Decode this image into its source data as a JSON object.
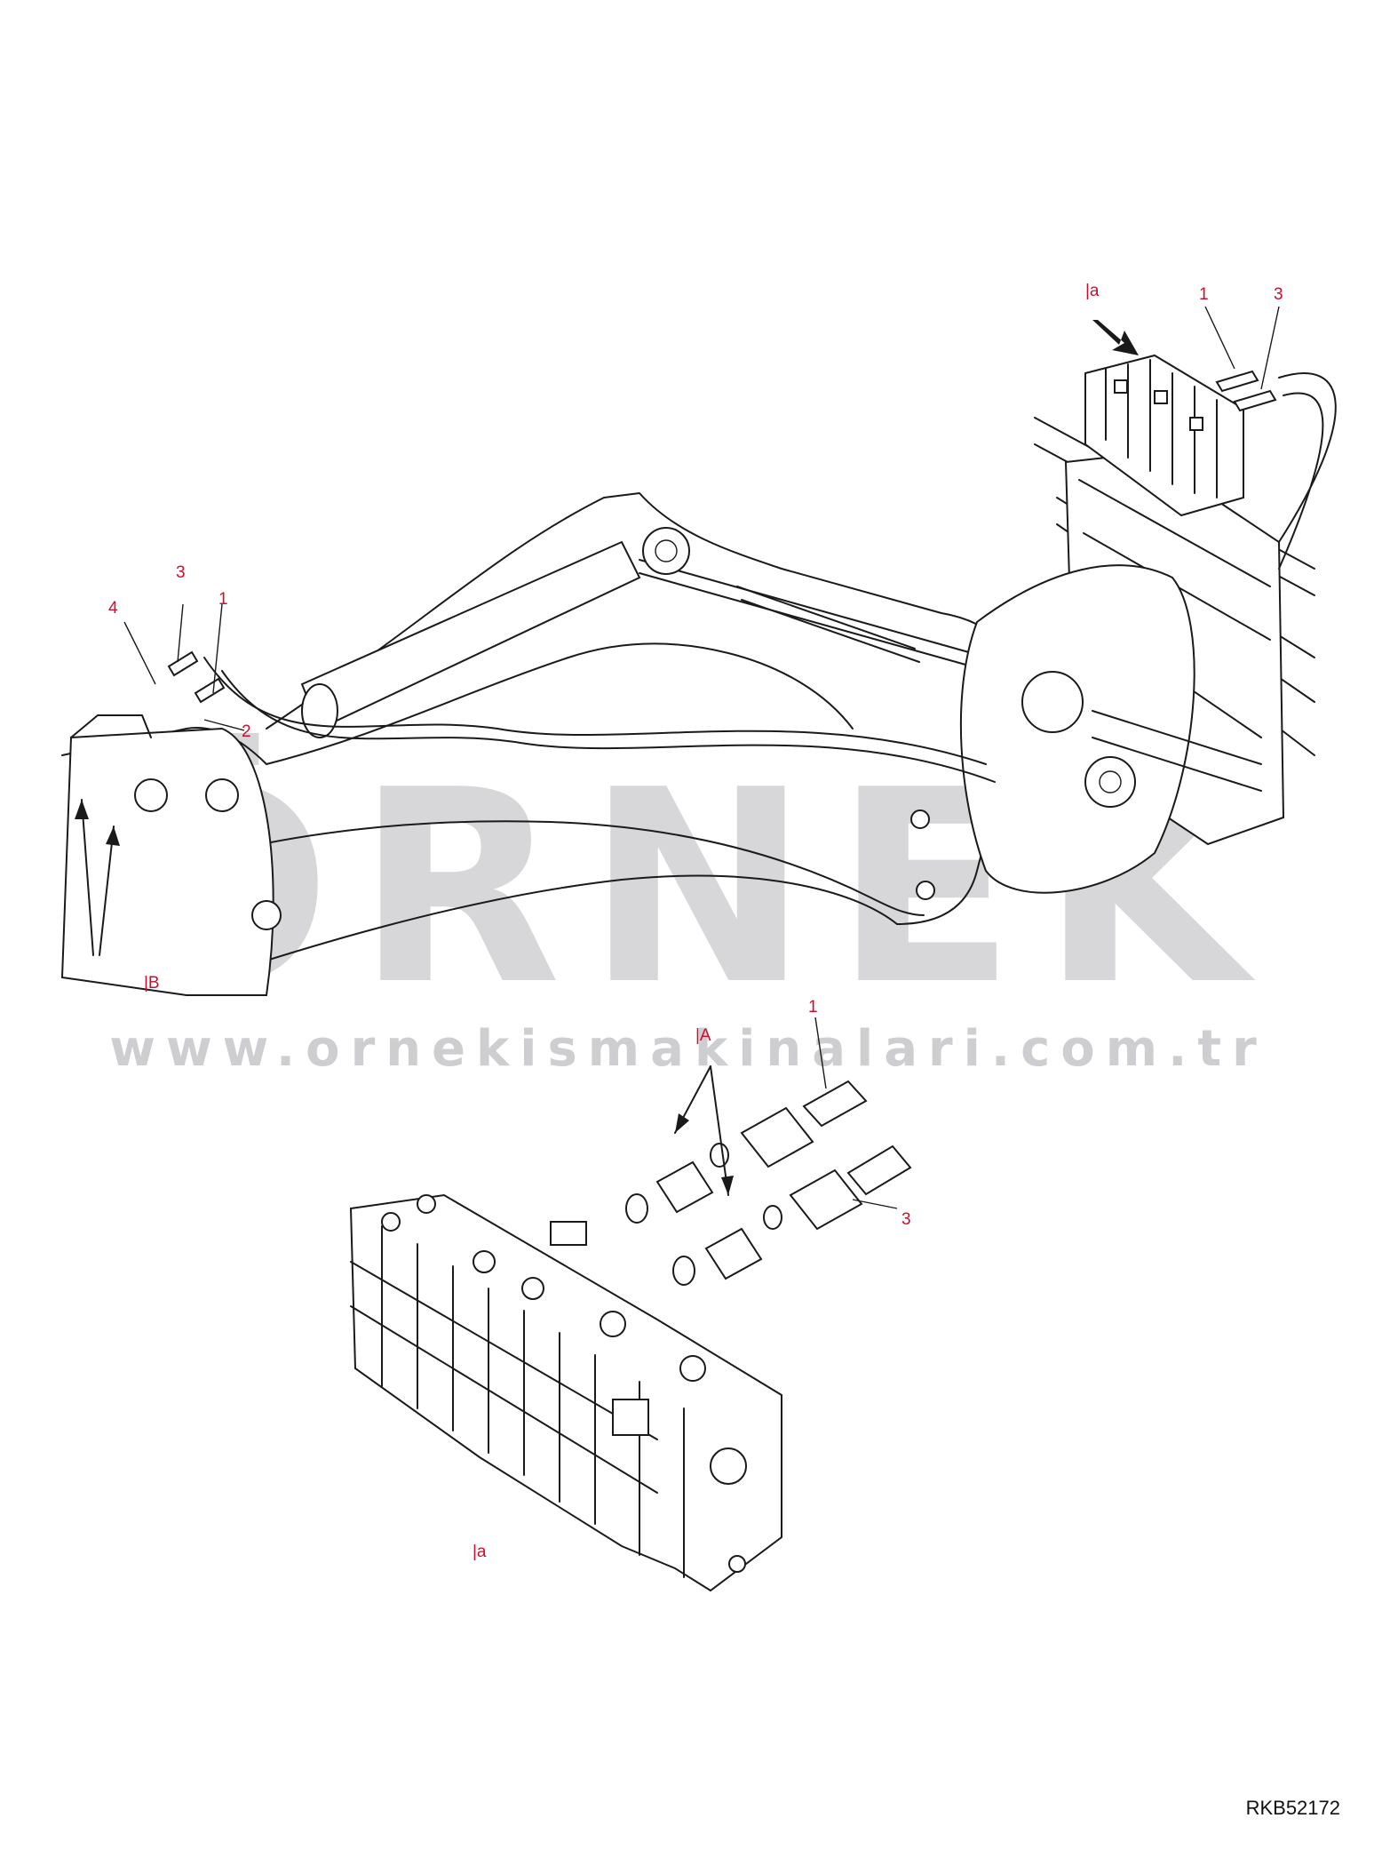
{
  "watermark": {
    "brand": "ÖRNEK",
    "url": "www.ornekismakinalari.com.tr"
  },
  "document_id": "RKB52172",
  "callouts": {
    "top_view_ref": "|a",
    "top_item_1": "1",
    "top_item_3": "3",
    "boom_item_3": "3",
    "boom_item_4": "4",
    "boom_item_1": "1",
    "boom_item_2": "2",
    "view_b": "|B",
    "detail_item_1": "1",
    "view_a": "|A",
    "detail_item_3": "3",
    "bottom_view_ref": "|a"
  }
}
